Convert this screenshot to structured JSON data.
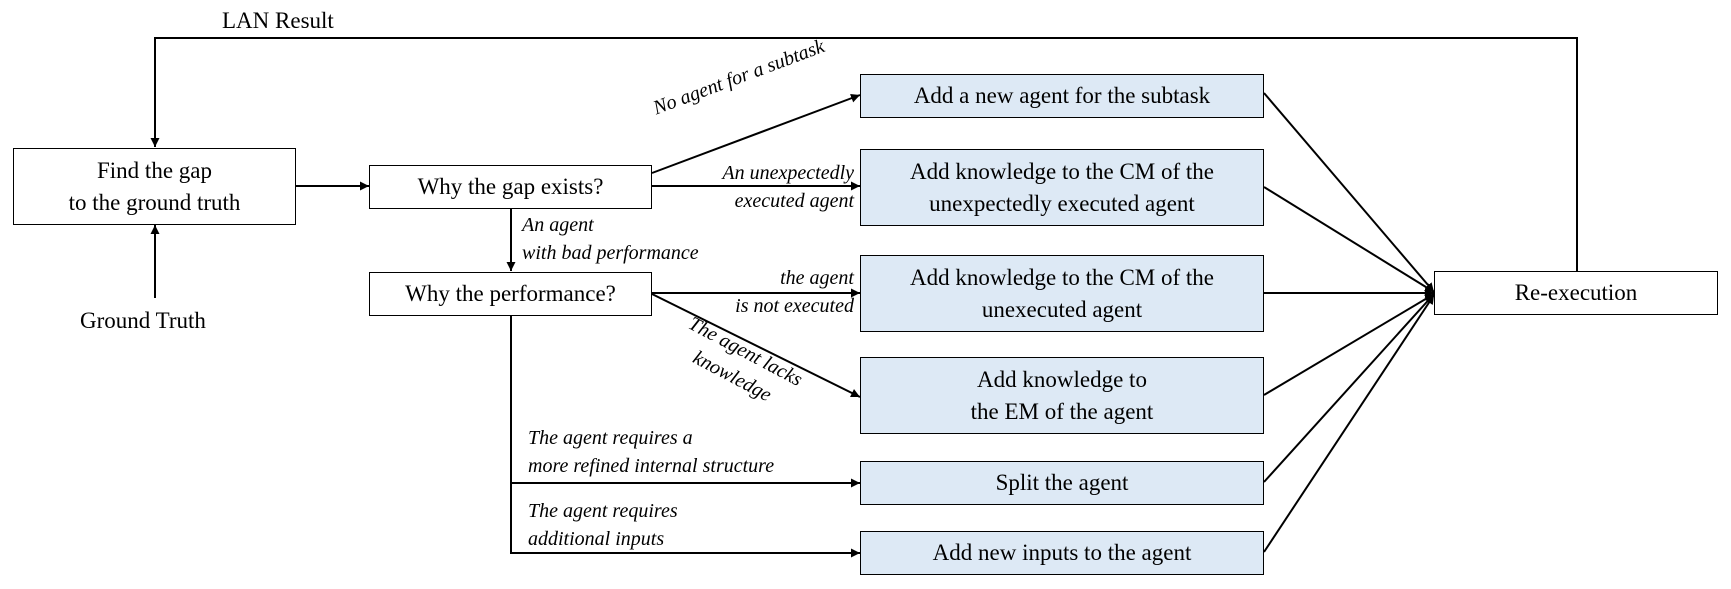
{
  "nodes": {
    "find_gap": "Find the gap\nto the ground truth",
    "why_gap": "Why the gap exists?",
    "why_performance": "Why the performance?",
    "add_new_agent": "Add a new agent for the subtask",
    "add_cm_unexpected": "Add knowledge to the CM of the\nunexpectedly executed agent",
    "add_cm_unexecuted": "Add knowledge to the CM of the\nunexecuted agent",
    "add_em": "Add knowledge to\nthe EM of the agent",
    "split_agent": "Split the agent",
    "add_inputs": "Add new inputs to the agent",
    "re_execution": "Re-execution"
  },
  "external": {
    "lan_result": "LAN Result",
    "ground_truth": "Ground Truth"
  },
  "edge_labels": {
    "no_agent": "No agent for a subtask",
    "unexpectedly": "An unexpectedly\nexecuted agent",
    "bad_performance": "An agent\nwith bad performance",
    "not_executed": "the agent\nis not executed",
    "lacks_knowledge": "The agent lacks\nknowledge",
    "refined_structure": "The agent requires a\nmore refined internal structure",
    "additional_inputs": "The agent requires\nadditional inputs"
  }
}
